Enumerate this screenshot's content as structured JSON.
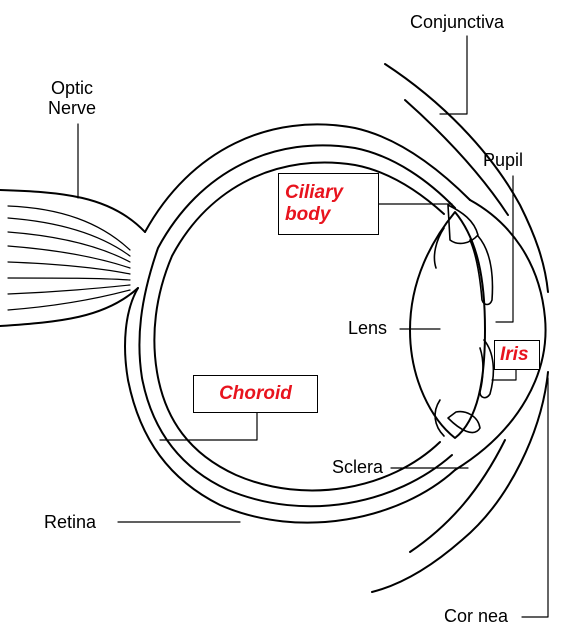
{
  "labels": {
    "conjunctiva": "Conjunctiva",
    "optic_nerve_line1": "Optic",
    "optic_nerve_line2": "Nerve",
    "pupil": "Pupil",
    "ciliary_body_line1": "Ciliary",
    "ciliary_body_line2": "body",
    "lens": "Lens",
    "iris": "Iris",
    "choroid": "Choroid",
    "sclera": "Sclera",
    "retina": "Retina",
    "cornea": "Cor nea"
  },
  "colors": {
    "highlight_label": "#e8141e",
    "stroke": "#000000",
    "background": "#ffffff"
  }
}
